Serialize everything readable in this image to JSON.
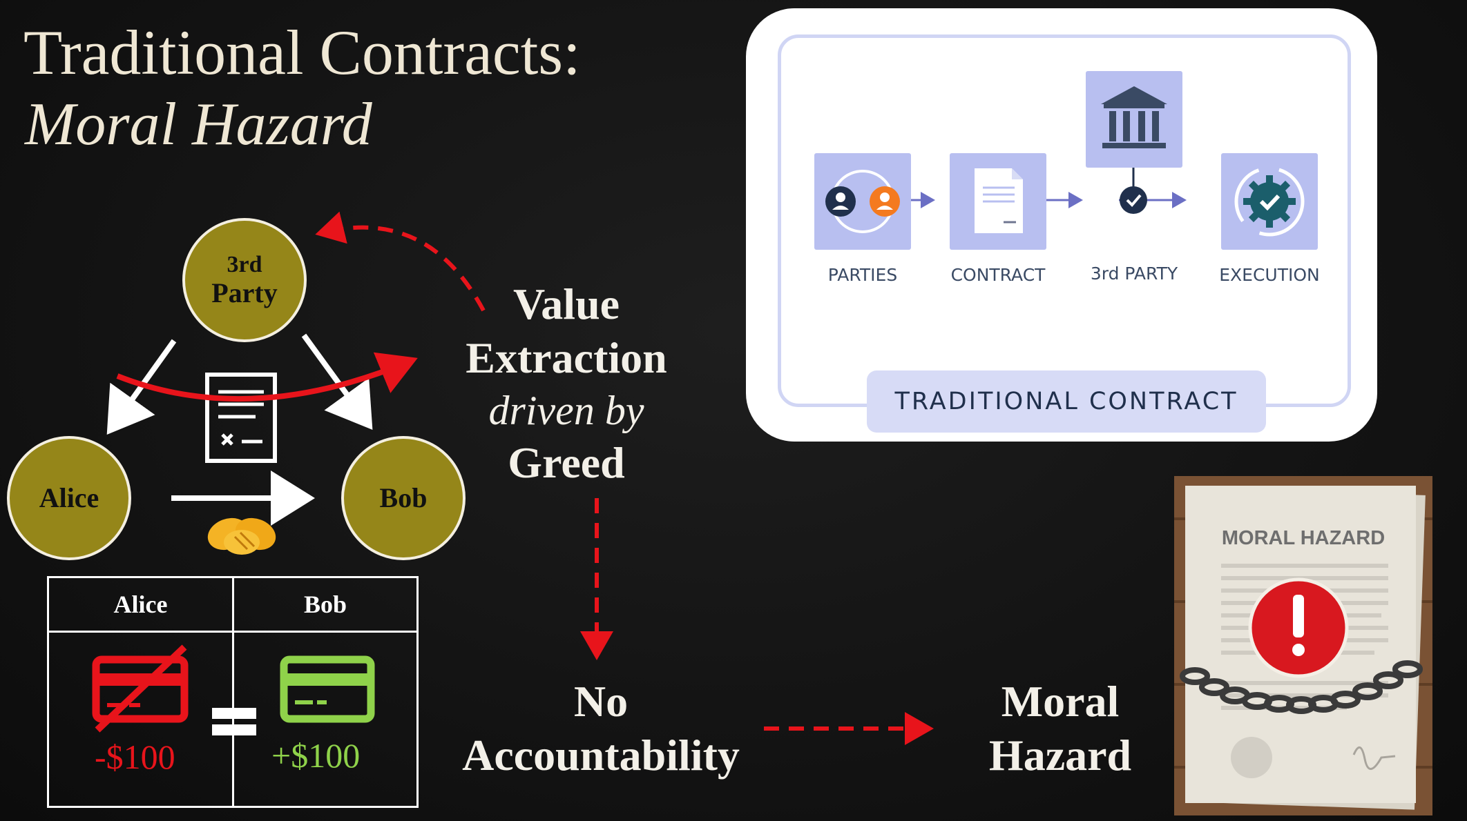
{
  "title": {
    "line1_bold": "Traditional",
    "line1_rest": " Contracts:",
    "line2": "Moral Hazard"
  },
  "diagram": {
    "third_party_sup_label": "3rd",
    "third_party_label": "Party",
    "alice_label": "Alice",
    "bob_label": "Bob"
  },
  "ledger": {
    "headers": [
      "Alice",
      "Bob"
    ],
    "alice_amount": "-$100",
    "bob_amount": "+$100",
    "colors": {
      "loss": "#e8141b",
      "gain": "#8fd24a"
    }
  },
  "flow": {
    "value_line1": "Value",
    "value_line2": "Extraction",
    "value_line3": "driven by",
    "value_line4": "Greed",
    "no_line1": "No",
    "no_line2": "Accountability",
    "moral_line1": "Moral",
    "moral_line2": "Hazard"
  },
  "panel": {
    "stages": [
      {
        "label": "PARTIES",
        "icon": "parties-icon"
      },
      {
        "label": "CONTRACT",
        "icon": "document-icon"
      },
      {
        "label": "3rd PARTY",
        "icon": "bank-icon"
      },
      {
        "label": "EXECUTION",
        "icon": "gear-check-icon"
      }
    ],
    "footer": "TRADITIONAL CONTRACT",
    "accent": "#6b6fc4"
  },
  "document": {
    "heading": "MORAL HAZARD"
  }
}
